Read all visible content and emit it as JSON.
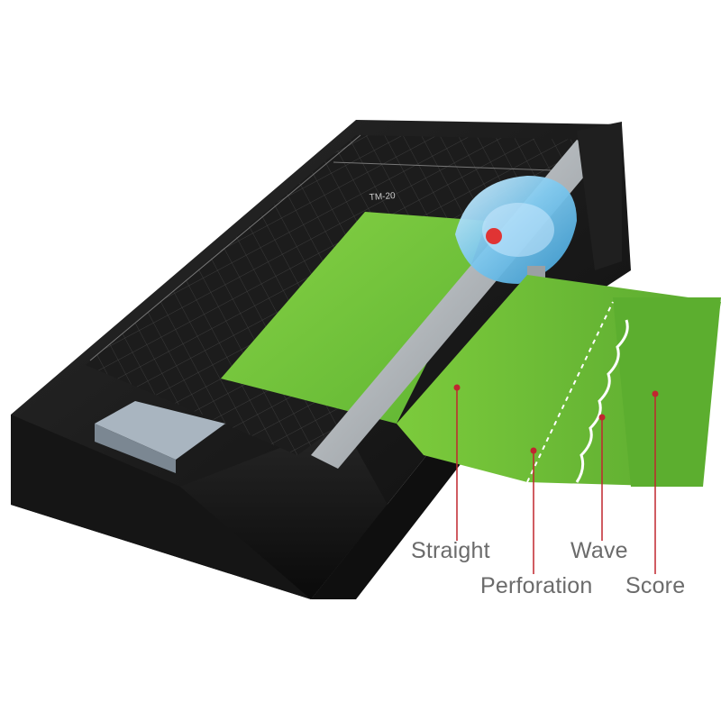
{
  "product": {
    "model": "TM-20",
    "colors": {
      "body": "#161616",
      "paper": "#7ccb3c",
      "blade_head": "#7fc9ef",
      "rail": "#b9bec2",
      "callout_line": "#c0262f",
      "label_text": "#6b6b6b"
    }
  },
  "cut_types": {
    "straight": "Straight",
    "perforation": "Perforation",
    "wave": "Wave",
    "score": "Score"
  }
}
